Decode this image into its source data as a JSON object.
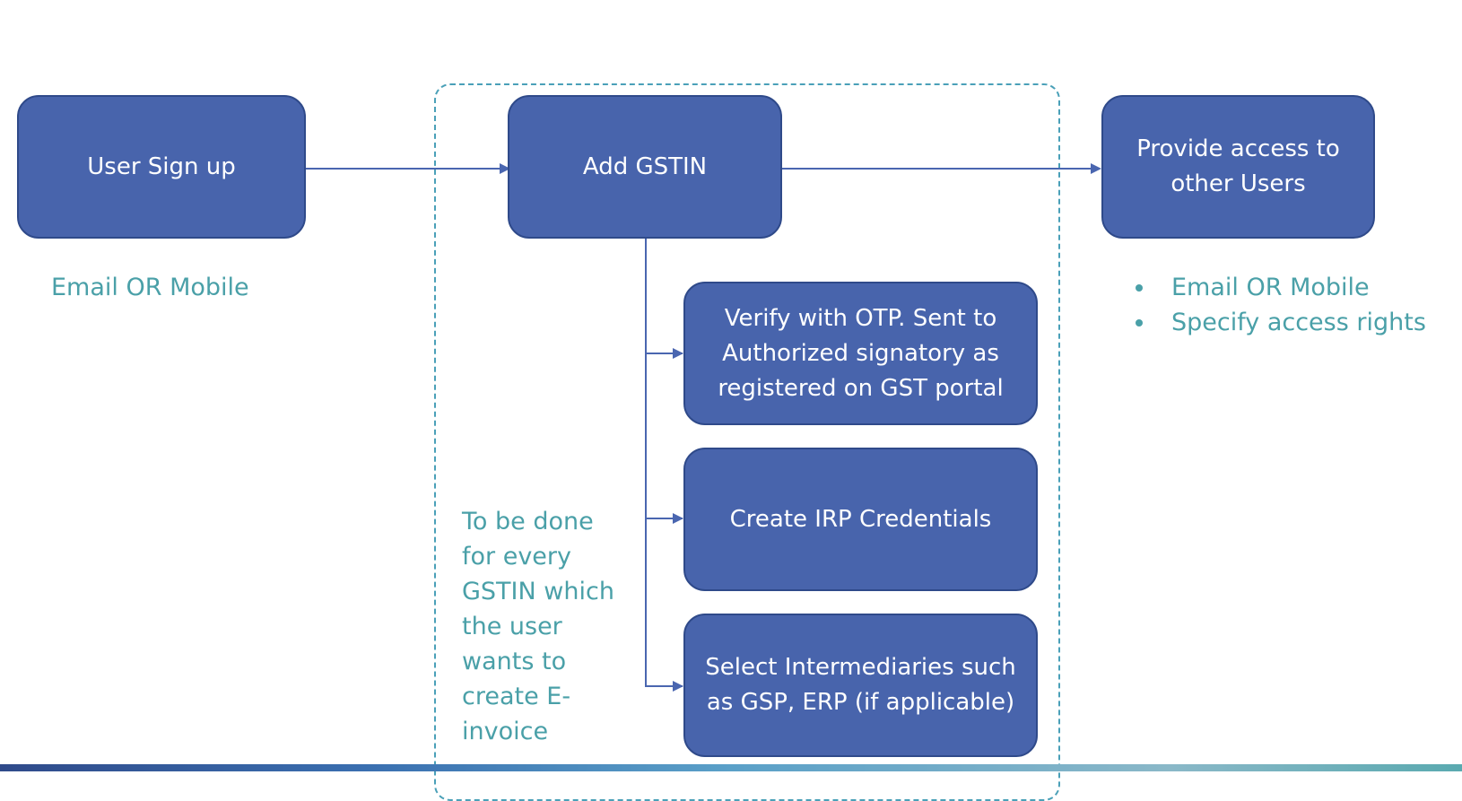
{
  "boxes": {
    "user_signup": "User Sign up",
    "add_gstin": "Add GSTIN",
    "provide_access": [
      "Provide access to",
      "other Users"
    ],
    "verify_otp": [
      "Verify with OTP.  Sent to",
      "Authorized signatory as",
      "registered on GST portal"
    ],
    "create_irp": "Create IRP Credentials",
    "select_intermediaries": [
      "Select Intermediaries such",
      "as GSP, ERP (if applicable)"
    ]
  },
  "notes": {
    "signup_note": "Email OR Mobile",
    "access_bullets": [
      "Email OR Mobile",
      "Specify access rights"
    ],
    "gstin_note": [
      "To be done",
      "for every",
      "GSTIN which",
      "the user",
      "wants to",
      "create E-",
      "invoice"
    ]
  },
  "colors": {
    "box_fill": "#4864ac",
    "box_border": "#2f4a8a",
    "note_text": "#4aa0a8",
    "connector": "#4a66b0",
    "dashed_frame": "#4aa0b8"
  }
}
